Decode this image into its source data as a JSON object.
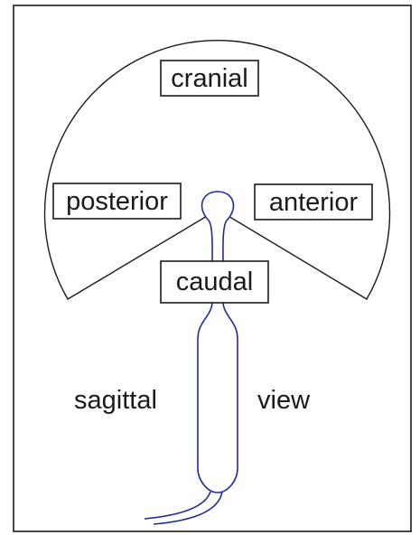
{
  "labels": {
    "top": "cranial",
    "left": "posterior",
    "right": "anterior",
    "bottom": "caudal",
    "view_left": "sagittal",
    "view_right": "view"
  },
  "colors": {
    "organism_outline": "#1f2a9c",
    "line": "#1a1a1a",
    "background": "#ffffff"
  }
}
